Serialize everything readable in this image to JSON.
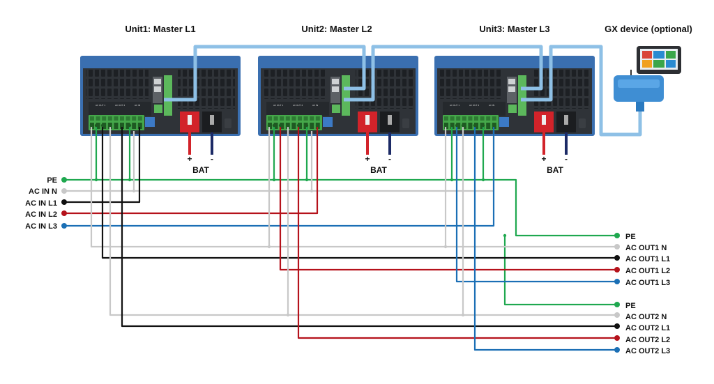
{
  "titles": {
    "unit1": "Unit1: Master L1",
    "unit2": "Unit2: Master L2",
    "unit3": "Unit3: Master L3",
    "gx": "GX device (optional)"
  },
  "battery": {
    "label": "BAT",
    "plus": "+",
    "minus": "-"
  },
  "inputs": [
    "PE",
    "AC IN N",
    "AC IN L1",
    "AC IN L2",
    "AC IN L3"
  ],
  "outputs1": [
    "PE",
    "AC OUT1 N",
    "AC OUT1 L1",
    "AC OUT1 L2",
    "AC OUT1 L3"
  ],
  "outputs2": [
    "PE",
    "AC OUT2 N",
    "AC OUT2 L1",
    "AC OUT2 L2",
    "AC OUT2 L3"
  ],
  "unit_terminal_labels": [
    "AC OUT 1",
    "AC OUT 2",
    "AC IN"
  ],
  "colors": {
    "PE": "#1fa84f",
    "N": "#c8c8c8",
    "L1": "#111111",
    "L2": "#b5121b",
    "L3": "#1b6fb5",
    "ve_bus": "#8ec0e6",
    "unit_frame": "#3a6fb0",
    "unit_body": "#2f3338",
    "battery_pos": "#d2232a",
    "battery_neg": "#1c2a66"
  },
  "icons": {
    "connector_dot": "filled-circle",
    "bat_terminal": "battery-terminal"
  }
}
